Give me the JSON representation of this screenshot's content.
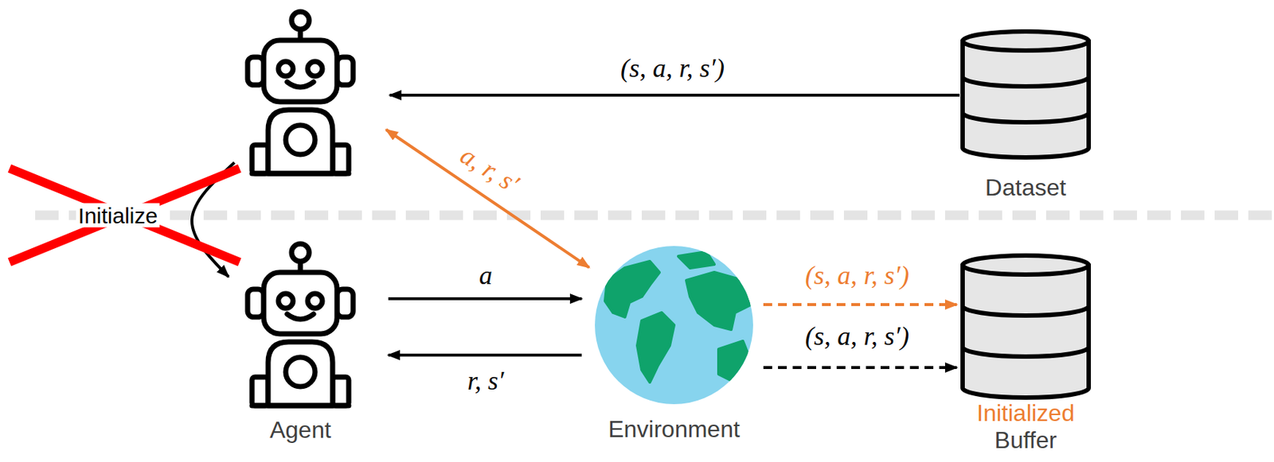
{
  "diagram": {
    "nodes": [
      {
        "text": []
      },
      {
        "text": [
          "Dataset"
        ]
      },
      {
        "text": [
          "Agent"
        ]
      },
      {
        "text": [
          "Environment"
        ]
      },
      {
        "text": [
          "Initialized",
          "Buffer"
        ]
      }
    ],
    "edges": [
      {
        "from": 1,
        "to": 0,
        "arrow": "to",
        "label": "(s, a, r, s′)"
      },
      {
        "from": 0,
        "to": 3,
        "arrow": "both",
        "label": "a, r, s′"
      },
      {
        "from": 0,
        "to": 2,
        "arrow": "to",
        "label": "Initialize"
      },
      {
        "from": 2,
        "to": 3,
        "arrow": "to",
        "label": "a"
      },
      {
        "from": 3,
        "to": 2,
        "arrow": "to",
        "label": "r, s′"
      },
      {
        "from": 3,
        "to": 4,
        "arrow": "to",
        "label": "(s, a, r, s′)"
      },
      {
        "from": 3,
        "to": 4,
        "arrow": "to",
        "label": "(s, a, r, s′)"
      }
    ]
  }
}
